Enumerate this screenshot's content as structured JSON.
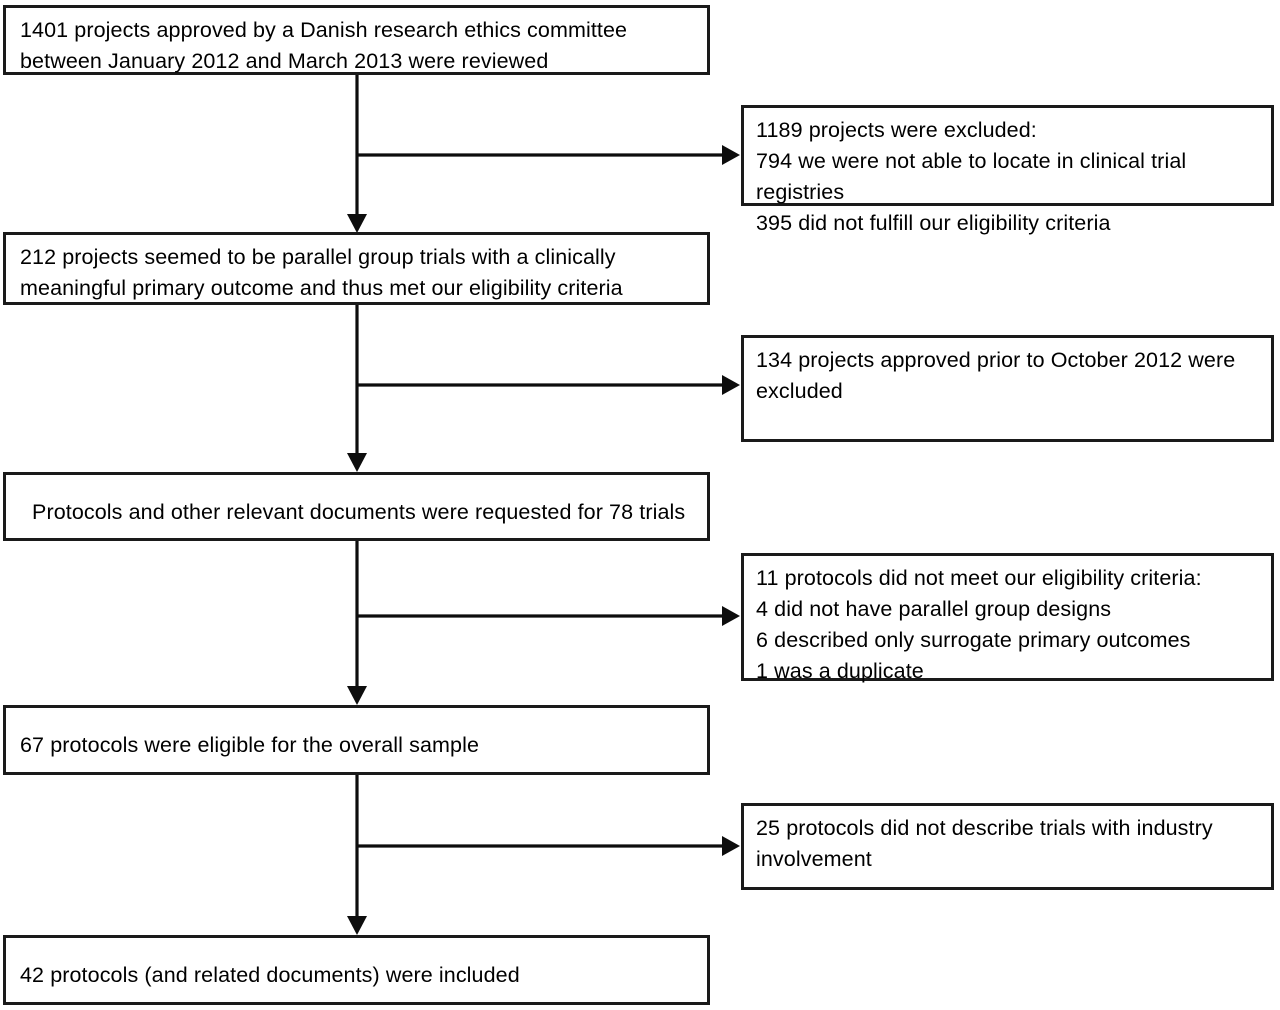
{
  "diagram": {
    "title": "Study flow diagram of protocol selection",
    "type": "flowchart",
    "orientation": "top-to-bottom with right-side exclusion branches",
    "colors": {
      "box_border": "#1a1a1a",
      "box_fill": "#ffffff",
      "arrow": "#0d0d0d",
      "text": "#000000"
    }
  },
  "main_flow": [
    {
      "id": "screened",
      "text": "1401 projects approved by a Danish research ethics committee between January 2012 and March 2013 were reviewed",
      "count": 1401
    },
    {
      "id": "eligible-projects",
      "text": "212 projects seemed to be parallel group trials with a clinically meaningful primary outcome and thus met our eligibility criteria",
      "count": 212
    },
    {
      "id": "protocols-requested",
      "text": "Protocols and other relevant documents were requested for 78 trials",
      "count": 78
    },
    {
      "id": "protocols-eligible",
      "text": "67 protocols were eligible for the overall sample",
      "count": 67
    },
    {
      "id": "protocols-included",
      "text": "42 protocols (and related documents) were included",
      "count": 42
    }
  ],
  "exclusions": [
    {
      "id": "excluded-1189",
      "text": "1189 projects were excluded:\n794 we were not able to locate in clinical trial registries\n395 did not fulfill our eligibility criteria",
      "count": 1189
    },
    {
      "id": "excluded-134",
      "text": "134 projects approved prior to October 2012 were excluded",
      "count": 134
    },
    {
      "id": "excluded-11",
      "text": "11 protocols did not meet our eligibility criteria:\n4 did not have parallel group designs\n6 described only surrogate primary outcomes\n1 was a duplicate",
      "count": 11
    },
    {
      "id": "excluded-25",
      "text": "25 protocols did not describe trials with industry involvement",
      "count": 25
    }
  ]
}
